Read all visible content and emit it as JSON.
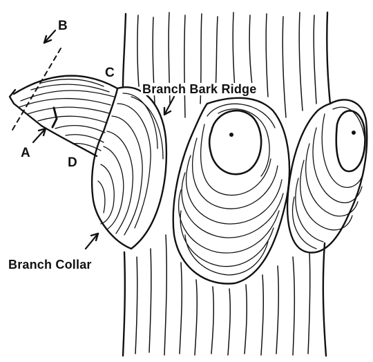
{
  "labels": {
    "a": "A",
    "b": "B",
    "c": "C",
    "d": "D",
    "branch_bark_ridge": "Branch Bark Ridge",
    "branch_collar": "Branch Collar"
  },
  "colors": {
    "ink": "#111111",
    "paper": "#ffffff"
  },
  "icons": [
    "arrow-icon",
    "dashed-cut-line"
  ]
}
